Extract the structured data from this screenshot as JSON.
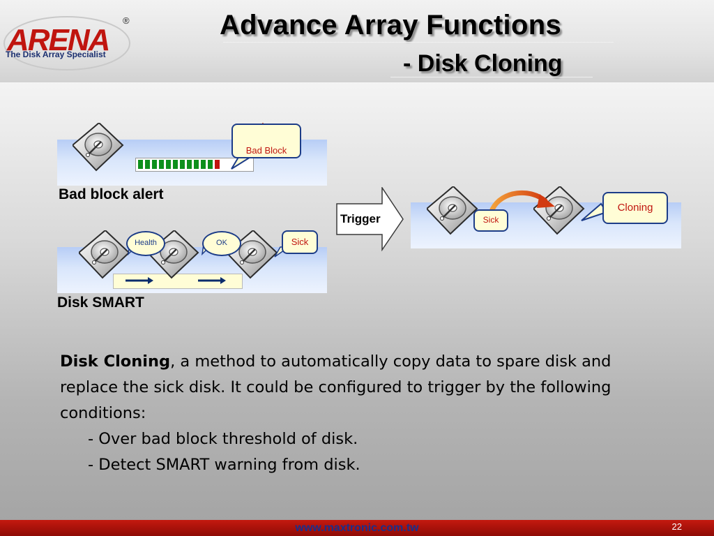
{
  "logo": {
    "brand": "ARENA",
    "tagline": "The Disk Array Specialist",
    "mark": "®"
  },
  "title": "Advance Array Functions",
  "subtitle": "- Disk Cloning",
  "diagram": {
    "bad_block": {
      "callout": "Bad Block",
      "caption": "Bad block alert"
    },
    "smart": {
      "states": [
        "Health",
        "OK",
        "Sick"
      ],
      "caption": "Disk SMART"
    },
    "trigger_label": "Trigger",
    "cloning": {
      "sick_label": "Sick",
      "callout": "Cloning"
    }
  },
  "body": {
    "term": "Disk Cloning",
    "text": ", a method to automatically copy data to spare disk and replace the sick disk. It could be configured to trigger by the following conditions:",
    "conditions": [
      "- Over bad block threshold of disk.",
      "- Detect SMART warning from disk."
    ]
  },
  "footer": {
    "url": "www.maxtronic.com.tw",
    "page": "22"
  },
  "colors": {
    "footer_red": "#b3140b",
    "callout_border": "#1c3c88",
    "alert_red": "#c0150f",
    "meter_green": "#0d8f1c"
  }
}
